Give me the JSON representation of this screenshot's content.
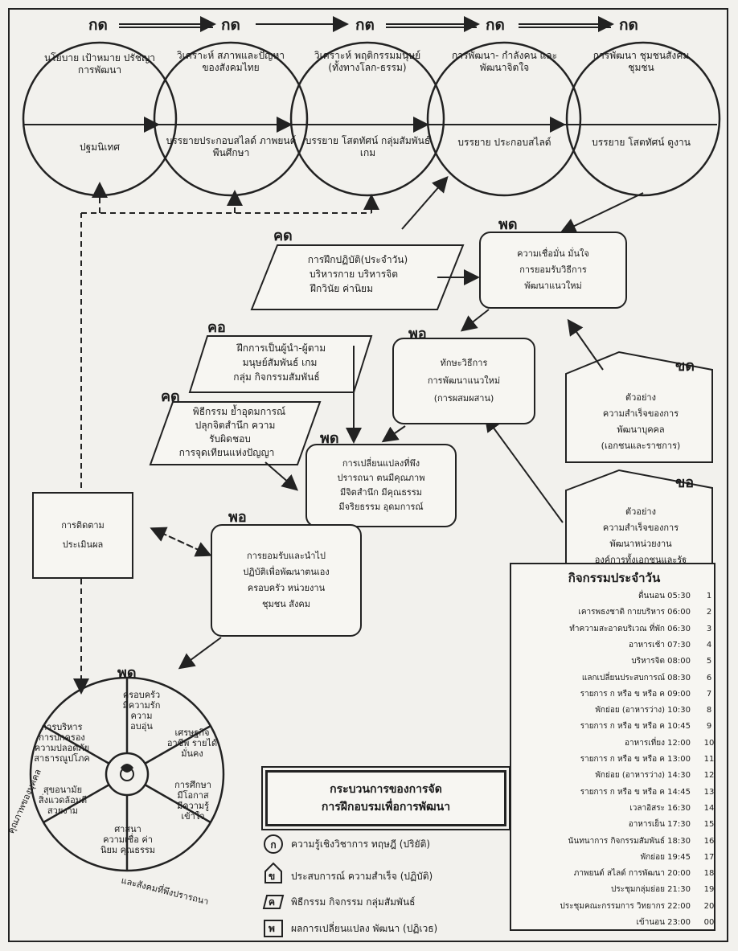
{
  "stages": [
    {
      "code": "กด",
      "top": "นโยบาย เป้าหมาย ปรัชญา การพัฒนา",
      "bottom": "ปฐมนิเทศ"
    },
    {
      "code": "กด",
      "top": "วิเคราะห์ สภาพและปัญหา ของสังคมไทย",
      "bottom": "บรรยายประกอบสไลด์ ภาพยนต์พืนศึกษา"
    },
    {
      "code": "กต",
      "top": "วิเคราะห์ พฤติกรรมมนุษย์ (ทั้งทางโลก-ธรรม)",
      "bottom": "บรรยาย โสตทัศน์ กลุ่มสัมพันธ์ เกม"
    },
    {
      "code": "กด",
      "top": "การพัฒนา- กำลังคน และ พัฒนาจิตใจ",
      "bottom": "บรรยาย ประกอบสไลด์"
    },
    {
      "code": "กด",
      "top": "การพัฒนา ชุมชนสังคมชุมชน",
      "bottom": "บรรยาย โสตทัศน์ ดูงาน"
    }
  ],
  "labels": {
    "kd1": "คด",
    "kd2": "คอ",
    "kd3": "คด",
    "pd1": "พด",
    "pd2": "พอ",
    "pd3": "พด",
    "pd4": "พอ",
    "pd5": "พด",
    "kh1": "ขด",
    "kh2": "ขอ"
  },
  "para_k1": {
    "l1": "การฝึกปฏิบัติ(ประจำวัน)",
    "l2": "บริหารกาย บริหารจิต",
    "l3": "ฝึกวินัย ค่านิยม"
  },
  "para_k2": {
    "l1": "ฝึกการเป็นผู้นำ-ผู้ตาม",
    "l2": "มนุษย์สัมพันธ์ เกม",
    "l3": "กลุ่ม กิจกรรมสัมพันธ์"
  },
  "para_k3": {
    "l1": "พิธีกรรม ย้ำอุดมการณ์",
    "l2": "ปลุกจิตสำนึก ความ",
    "l3": "รับผิดชอบ",
    "l4": "การจุดเทียนแห่งปัญญา"
  },
  "p1": {
    "l1": "ความเชื่อมั่น มั่นใจ",
    "l2": "การยอมรับวิธีการ",
    "l3": "พัฒนาแนวใหม่"
  },
  "p2": {
    "l1": "ทักษะวิธีการ",
    "l2": "การพัฒนาแนวใหม่",
    "l3": "(การผสมผสาน)"
  },
  "p3": {
    "l1": "การเปลี่ยนแปลงที่พึง",
    "l2": "ปรารถนา ตนมีคุณภาพ",
    "l3": "มีจิตสำนึก มีคุณธรรม",
    "l4": "มีจริยธรรม อุดมการณ์"
  },
  "p4": {
    "l1": "การยอมรับและนำไป",
    "l2": "ปฏิบัติเพื่อพัฒนาตนเอง",
    "l3": "ครอบครัว หน่วยงาน",
    "l4": "ชุมชน สังคม"
  },
  "ex1": {
    "l1": "ตัวอย่าง",
    "l2": "ความสำเร็จของการ",
    "l3": "พัฒนาบุคคล",
    "l4": "(เอกชนและราชการ)"
  },
  "ex2": {
    "l1": "ตัวอย่าง",
    "l2": "ความสำเร็จของการ",
    "l3": "พัฒนาหน่วยงาน",
    "l4": "องค์การทั้งเอกชนและรัฐ"
  },
  "followup": {
    "l1": "การติดตาม",
    "l2": "ประเมินผล"
  },
  "wheel": {
    "s1": [
      "ครอบครัว",
      "มีความรัก",
      "ความ",
      "อบอุ่น"
    ],
    "s2": [
      "เศรษฐกิจ",
      "อาชีพ รายได้",
      "มั่นคง"
    ],
    "s3": [
      "การศึกษา",
      "มีโอกาส",
      "มีความรู้",
      "เข้าใจ"
    ],
    "s4": [
      "ศาสนา",
      "ความเชื่อ ค่า",
      "นิยม คุณธรรม"
    ],
    "s5": [
      "สุขอนามัย",
      "สิ่งแวดล้อมดี",
      "สวยงาม"
    ],
    "s6": [
      "การบริหาร",
      "การปกครอง",
      "ความปลอดภัย",
      "สาธารณูปโภค"
    ],
    "arc_left": "คุณภาพของบุคคล",
    "arc_bottom": "และสังคมที่พึงปรารถนา"
  },
  "title": {
    "l1": "กระบวนการของการจัด",
    "l2": "การฝึกอบรมเพื่อการพัฒนา"
  },
  "legend": [
    {
      "sym": "ก",
      "text": "ความรู้เชิงวิชาการ ทฤษฎี (ปริยัติ)"
    },
    {
      "sym": "ข",
      "text": "ประสบการณ์ ความสำเร็จ (ปฏิบัติ)"
    },
    {
      "sym": "ค",
      "text": "พิธีกรรม กิจกรรม กลุ่มสัมพันธ์"
    },
    {
      "sym": "พ",
      "text": "ผลการเปลี่ยนแปลง พัฒนา (ปฏิเวธ)"
    }
  ],
  "schedule": {
    "title": "กิจกรรมประจำวัน",
    "rows": [
      {
        "text": "ตื่นนอน 05:30",
        "num": "1"
      },
      {
        "text": "เคารพธงชาติ กายบริหาร 06:00",
        "num": "2"
      },
      {
        "text": "ทำความสะอาดบริเวณ ที่พัก 06:30",
        "num": "3"
      },
      {
        "text": "อาหารเช้า 07:30",
        "num": "4"
      },
      {
        "text": "บริหารจิต 08:00",
        "num": "5"
      },
      {
        "text": "แลกเปลี่ยนประสบการณ์ 08:30",
        "num": "6"
      },
      {
        "text": "รายการ ก หรือ ข หรือ ค 09:00",
        "num": "7"
      },
      {
        "text": "พักย่อย (อาหารว่าง) 10:30",
        "num": "8"
      },
      {
        "text": "รายการ ก หรือ ข หรือ ค 10:45",
        "num": "9"
      },
      {
        "text": "อาหารเที่ยง 12:00",
        "num": "10"
      },
      {
        "text": "รายการ ก หรือ ข หรือ ค 13:00",
        "num": "11"
      },
      {
        "text": "พักย่อย (อาหารว่าง) 14:30",
        "num": "12"
      },
      {
        "text": "รายการ ก หรือ ข หรือ ค 14:45",
        "num": "13"
      },
      {
        "text": "เวลาอิสระ 16:30",
        "num": "14"
      },
      {
        "text": "อาหารเย็น 17:30",
        "num": "15"
      },
      {
        "text": "นันทนาการ กิจกรรมสัมพันธ์ 18:30",
        "num": "16"
      },
      {
        "text": "พักย่อย 19:45",
        "num": "17"
      },
      {
        "text": "ภาพยนต์ สไลด์ การพัฒนา 20:00",
        "num": "18"
      },
      {
        "text": "ประชุมกลุ่มย่อย 21:30",
        "num": "19"
      },
      {
        "text": "ประชุมคณะกรรมการ วิทยากร 22:00",
        "num": "20"
      },
      {
        "text": "เข้านอน 23:00",
        "num": "00"
      }
    ]
  }
}
